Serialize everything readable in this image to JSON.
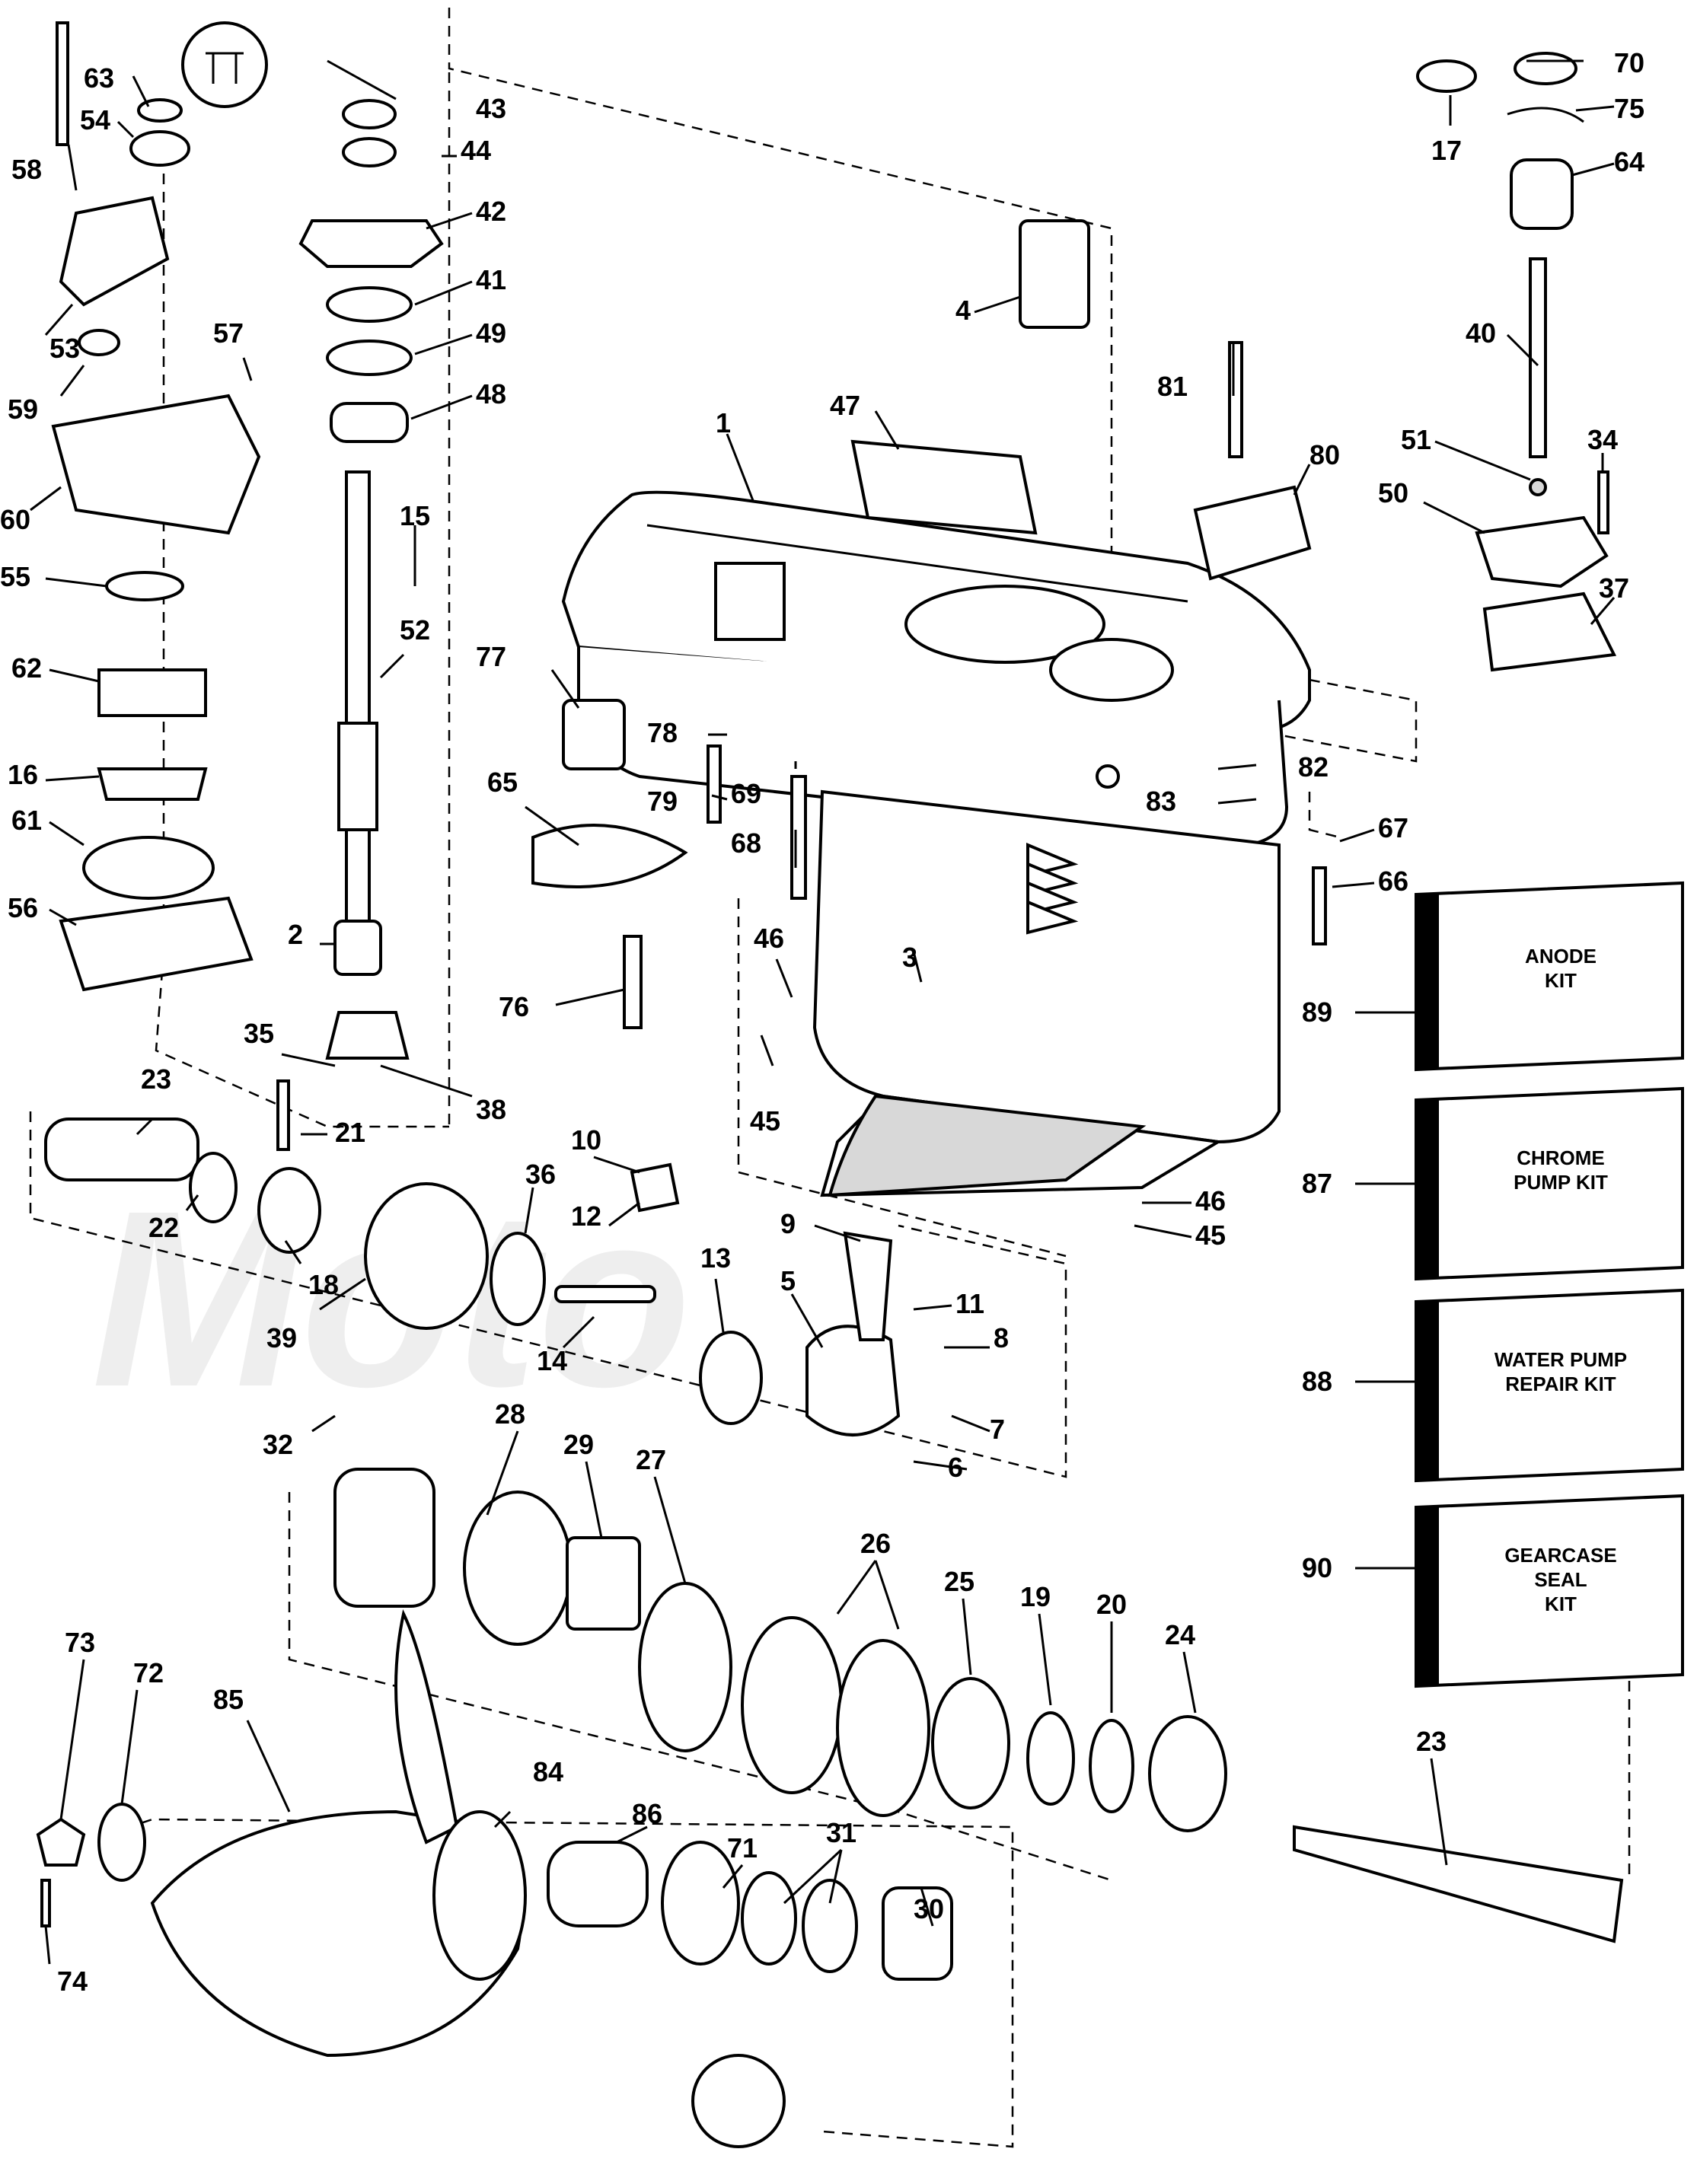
{
  "diagram": {
    "watermark": "Moto",
    "kits": [
      {
        "number": "89",
        "label": [
          "ANODE",
          "KIT"
        ]
      },
      {
        "number": "87",
        "label": [
          "CHROME",
          "PUMP KIT"
        ]
      },
      {
        "number": "88",
        "label": [
          "WATER PUMP",
          "REPAIR KIT"
        ]
      },
      {
        "number": "90",
        "label": [
          "GEARCASE",
          "SEAL",
          "KIT"
        ]
      }
    ],
    "callouts": {
      "c1": "1",
      "c2": "2",
      "c3": "3",
      "c4": "4",
      "c5": "5",
      "c6": "6",
      "c7": "7",
      "c8": "8",
      "c9": "9",
      "c10": "10",
      "c11": "11",
      "c12": "12",
      "c13": "13",
      "c14": "14",
      "c15": "15",
      "c16": "16",
      "c17": "17",
      "c18": "18",
      "c19": "19",
      "c20": "20",
      "c21": "21",
      "c22": "22",
      "c23a": "23",
      "c23b": "23",
      "c24": "24",
      "c25": "25",
      "c26": "26",
      "c27": "27",
      "c28": "28",
      "c29": "29",
      "c30": "30",
      "c31": "31",
      "c32": "32",
      "c34": "34",
      "c35": "35",
      "c36": "36",
      "c37": "37",
      "c38": "38",
      "c39": "39",
      "c40": "40",
      "c41": "41",
      "c42": "42",
      "c43": "43",
      "c44": "44",
      "c45a": "45",
      "c45b": "45",
      "c46a": "46",
      "c46b": "46",
      "c47": "47",
      "c48": "48",
      "c49": "49",
      "c50": "50",
      "c51": "51",
      "c52": "52",
      "c53": "53",
      "c54": "54",
      "c55": "55",
      "c56": "56",
      "c57": "57",
      "c58": "58",
      "c59": "59",
      "c60": "60",
      "c61": "61",
      "c62": "62",
      "c63": "63",
      "c64": "64",
      "c65": "65",
      "c66": "66",
      "c67": "67",
      "c68": "68",
      "c69": "69",
      "c70": "70",
      "c71": "71",
      "c72": "72",
      "c73": "73",
      "c74": "74",
      "c75": "75",
      "c76": "76",
      "c77": "77",
      "c78": "78",
      "c79": "79",
      "c80": "80",
      "c81": "81",
      "c82": "82",
      "c83": "83",
      "c84": "84",
      "c85": "85",
      "c86": "86"
    }
  }
}
